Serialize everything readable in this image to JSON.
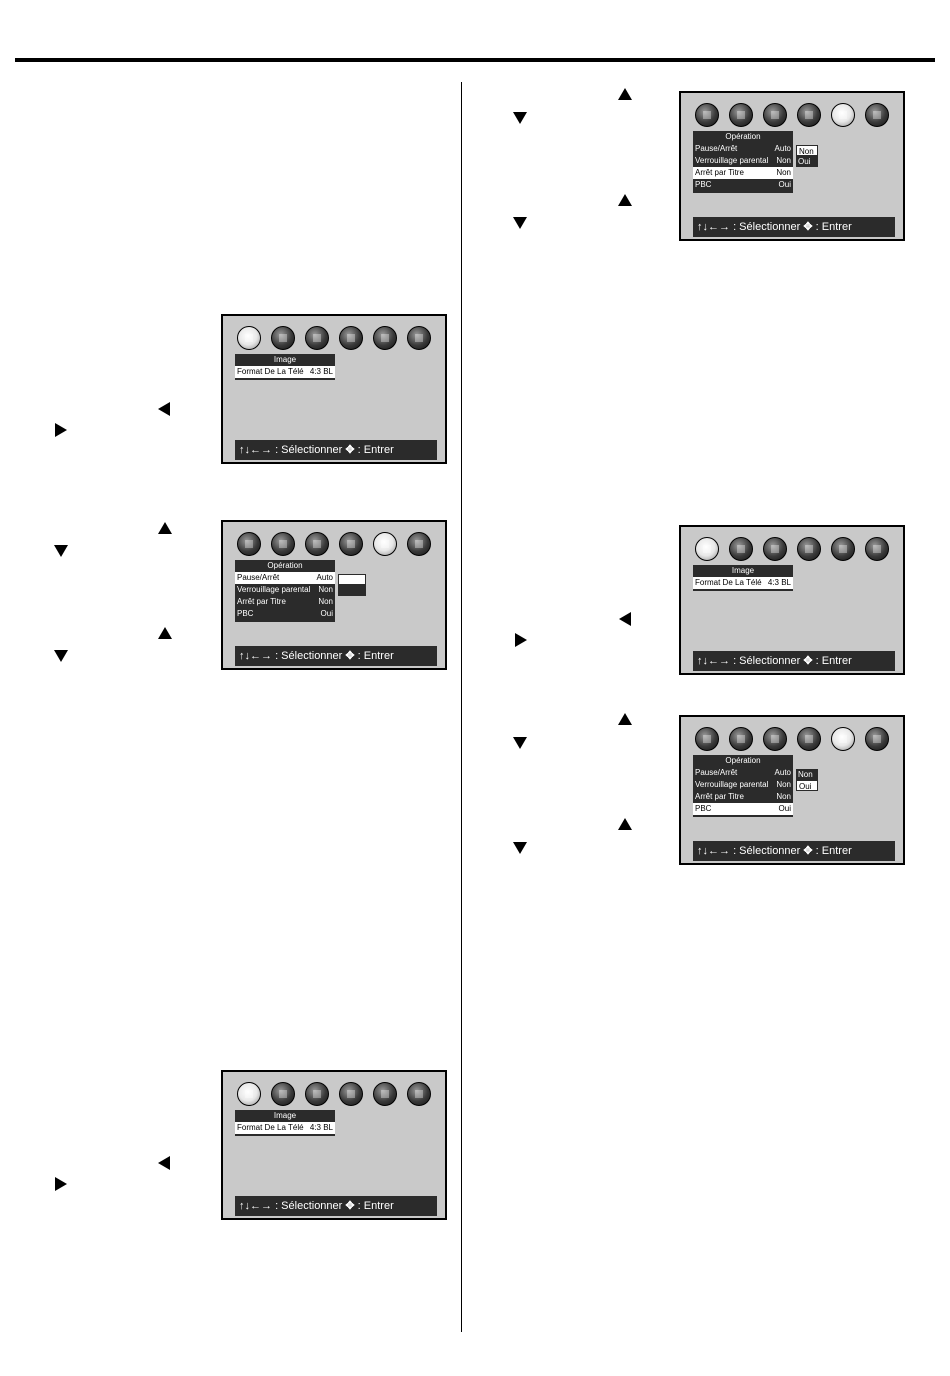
{
  "footer": {
    "arrows": "↑↓←→",
    "select": ": Sélectionner",
    "enter_icon": "✥",
    "enter": ": Entrer"
  },
  "image_menu": {
    "title": "Image",
    "rows": [
      {
        "label": "Format De La Télé",
        "value": "4:3 BL"
      }
    ]
  },
  "operation_menu": {
    "title": "Opération",
    "rows": [
      {
        "label": "Pause/Arrêt",
        "value": "Auto"
      },
      {
        "label": "Verrouillage parental",
        "value": "Non"
      },
      {
        "label": "Arrêt par Titre",
        "value": "Non"
      },
      {
        "label": "PBC",
        "value": "Oui"
      }
    ]
  },
  "submenu": {
    "non": "Non",
    "oui": "Oui"
  },
  "icons": [
    "picture-icon",
    "sound-icon",
    "language-icon",
    "display-icon",
    "operation-icon",
    "initialize-icon"
  ]
}
